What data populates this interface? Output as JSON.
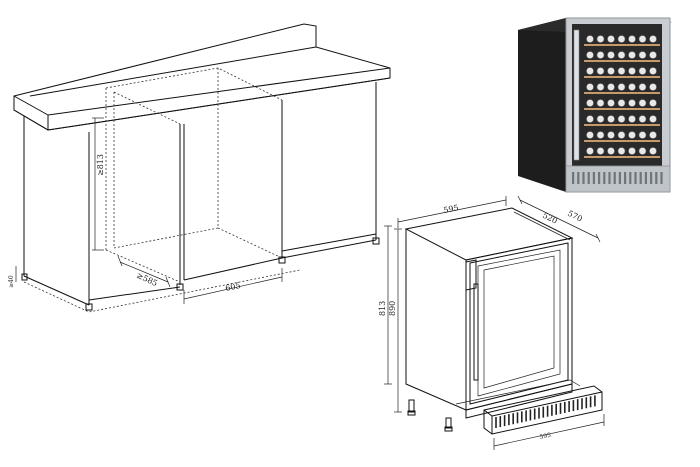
{
  "cabinet_dims": {
    "niche_height": "≥813",
    "niche_depth": "≥585",
    "niche_width": "605",
    "left_label": "≥40"
  },
  "fridge_dims": {
    "width": "595",
    "depth_total": "570",
    "depth_body": "520",
    "height_min": "813",
    "height_max": "890",
    "kickplate": "595"
  },
  "colors": {
    "line": "#111111",
    "photo_frame": "#1b1b1b",
    "steel": "#c9cdd1",
    "glass": "#2a2a2a",
    "wood": "#c79a6e"
  }
}
